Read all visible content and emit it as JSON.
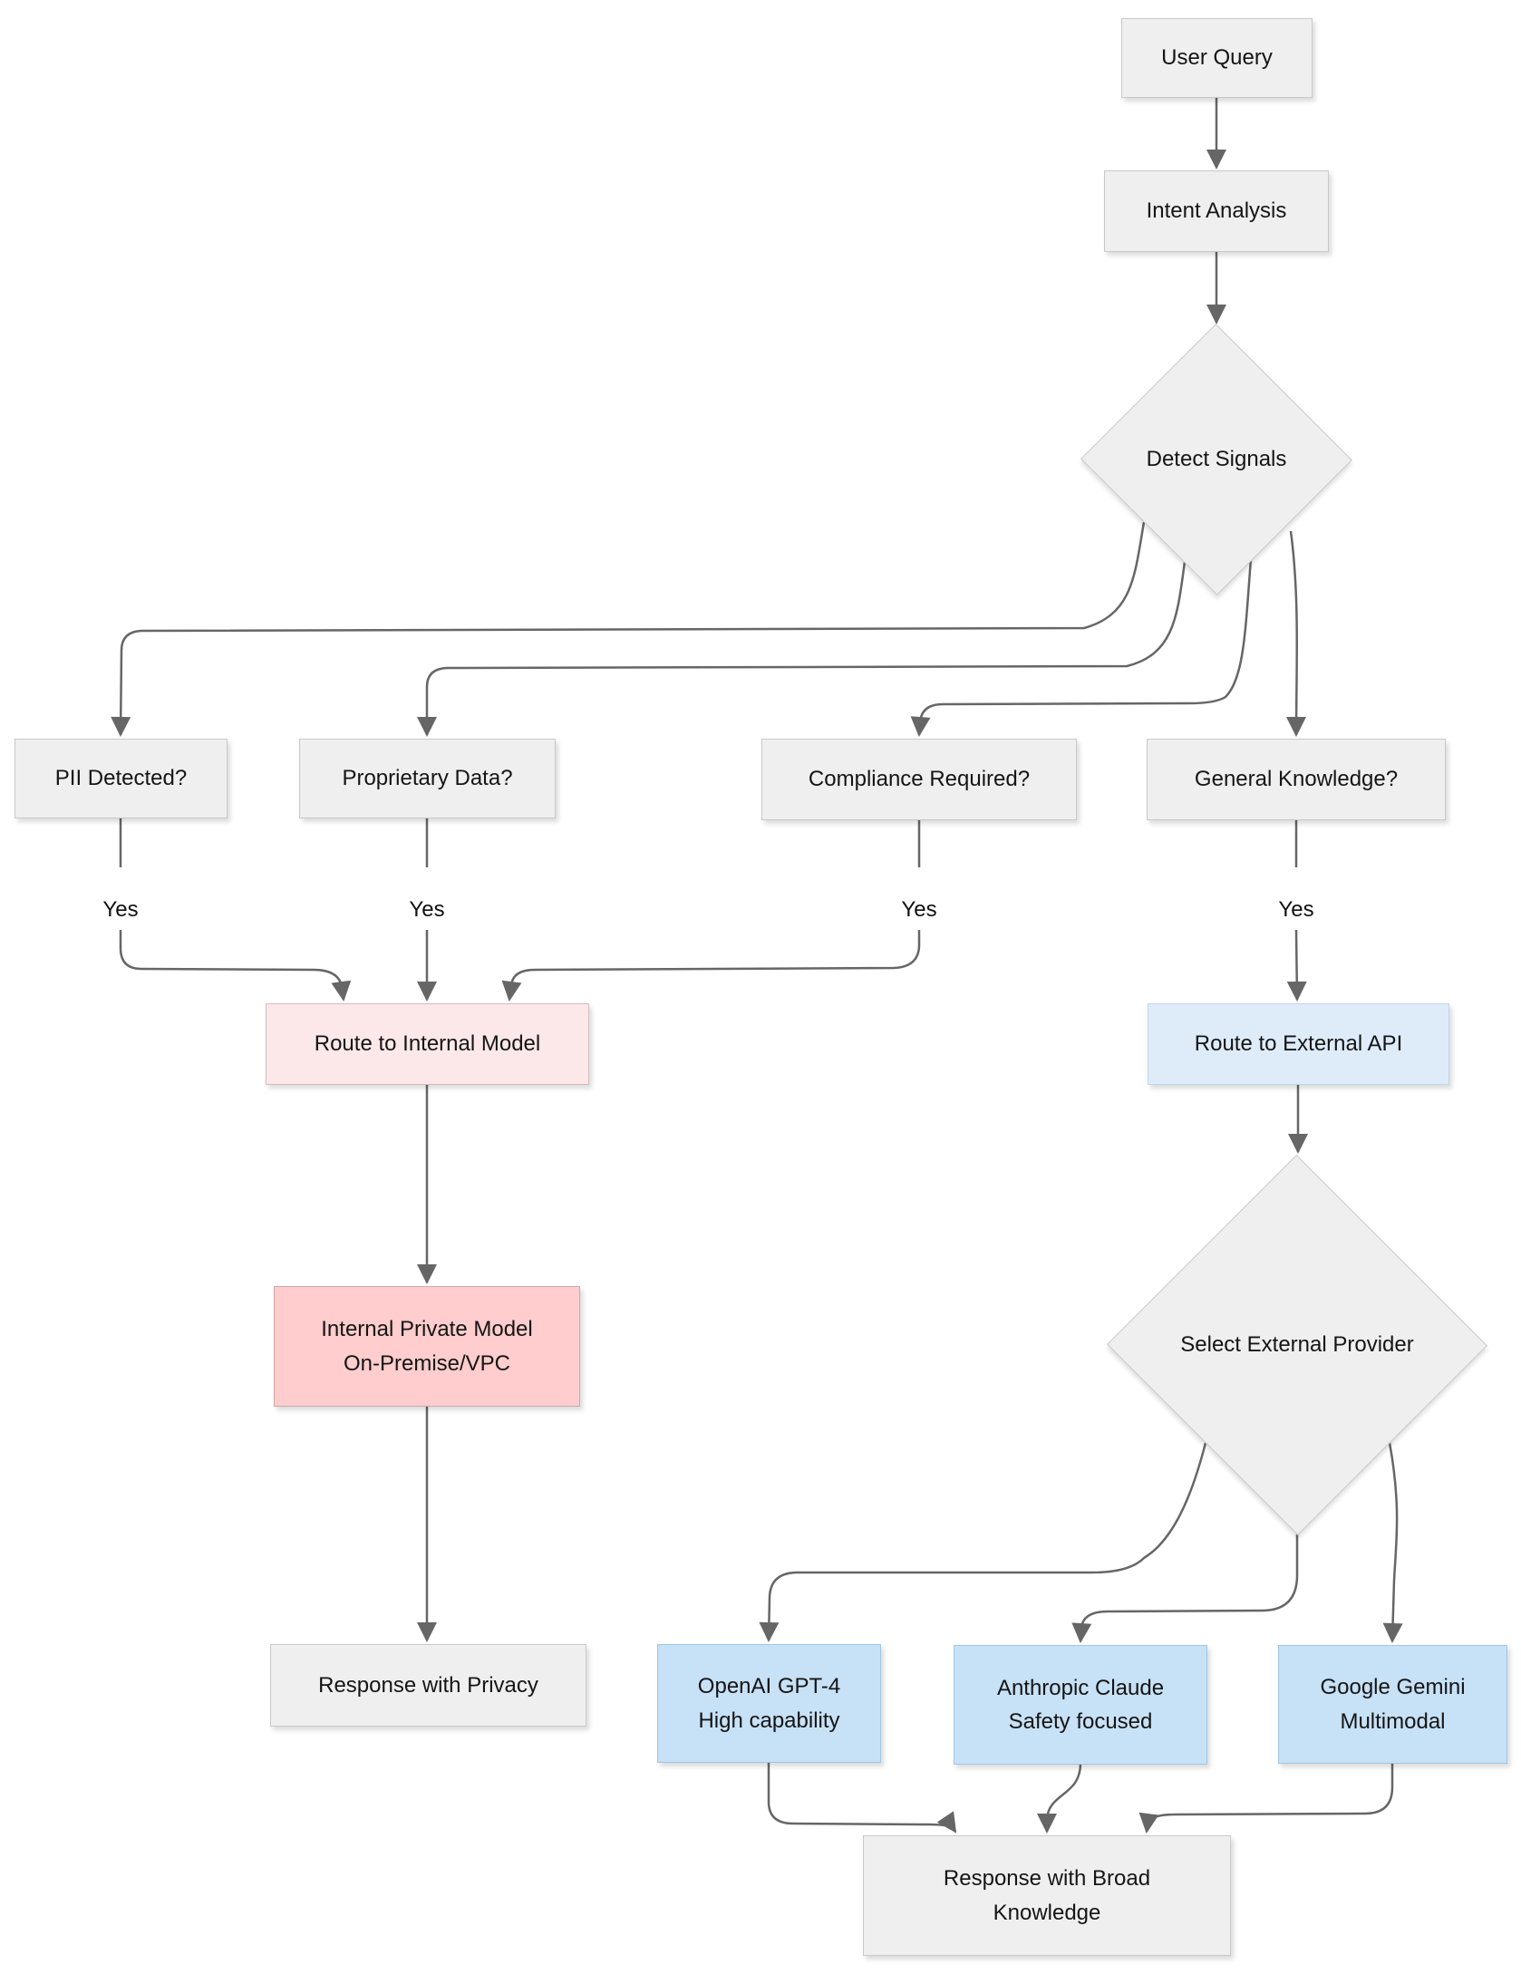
{
  "diagram": {
    "type": "flowchart",
    "direction": "top-bottom",
    "background": "#ffffff"
  },
  "colors": {
    "node_gray_fill": "#EFEFEF",
    "node_gray_border": "#C9C9C9",
    "route_internal_fill": "#FCE8E8",
    "internal_model_fill": "#FFCDCD",
    "route_external_fill": "#DEECFA",
    "provider_fill": "#C7E1F6",
    "edge_stroke": "#666666",
    "text": "#151515"
  },
  "nodes": {
    "user_query": {
      "label": "User Query",
      "shape": "rect",
      "color": "gray"
    },
    "intent_analysis": {
      "label": "Intent Analysis",
      "shape": "rect",
      "color": "gray"
    },
    "detect_signals": {
      "label": "Detect Signals",
      "shape": "diamond",
      "color": "gray"
    },
    "pii_detected": {
      "label": "PII Detected?",
      "shape": "rect",
      "color": "gray"
    },
    "proprietary_data": {
      "label": "Proprietary Data?",
      "shape": "rect",
      "color": "gray"
    },
    "compliance_required": {
      "label": "Compliance Required?",
      "shape": "rect",
      "color": "gray"
    },
    "general_knowledge": {
      "label": "General Knowledge?",
      "shape": "rect",
      "color": "gray"
    },
    "route_internal": {
      "label": "Route to Internal Model",
      "shape": "rect",
      "color": "pink-light"
    },
    "route_external": {
      "label": "Route to External API",
      "shape": "rect",
      "color": "blue-light"
    },
    "internal_model": {
      "label": "Internal Private Model\nOn-Premise/VPC",
      "shape": "rect",
      "color": "pink"
    },
    "select_provider": {
      "label": "Select External Provider",
      "shape": "diamond",
      "color": "gray"
    },
    "response_privacy": {
      "label": "Response with Privacy",
      "shape": "rect",
      "color": "gray"
    },
    "openai": {
      "label": "OpenAI GPT-4\nHigh capability",
      "shape": "rect",
      "color": "blue"
    },
    "anthropic": {
      "label": "Anthropic Claude\nSafety focused",
      "shape": "rect",
      "color": "blue"
    },
    "google": {
      "label": "Google Gemini\nMultimodal",
      "shape": "rect",
      "color": "blue"
    },
    "response_broad": {
      "label": "Response with Broad\nKnowledge",
      "shape": "rect",
      "color": "gray"
    }
  },
  "edges": [
    {
      "from": "user_query",
      "to": "intent_analysis",
      "label": ""
    },
    {
      "from": "intent_analysis",
      "to": "detect_signals",
      "label": ""
    },
    {
      "from": "detect_signals",
      "to": "pii_detected",
      "label": ""
    },
    {
      "from": "detect_signals",
      "to": "proprietary_data",
      "label": ""
    },
    {
      "from": "detect_signals",
      "to": "compliance_required",
      "label": ""
    },
    {
      "from": "detect_signals",
      "to": "general_knowledge",
      "label": ""
    },
    {
      "from": "pii_detected",
      "to": "route_internal",
      "label": "Yes"
    },
    {
      "from": "proprietary_data",
      "to": "route_internal",
      "label": "Yes"
    },
    {
      "from": "compliance_required",
      "to": "route_internal",
      "label": "Yes"
    },
    {
      "from": "general_knowledge",
      "to": "route_external",
      "label": "Yes"
    },
    {
      "from": "route_internal",
      "to": "internal_model",
      "label": ""
    },
    {
      "from": "route_external",
      "to": "select_provider",
      "label": ""
    },
    {
      "from": "internal_model",
      "to": "response_privacy",
      "label": ""
    },
    {
      "from": "select_provider",
      "to": "openai",
      "label": ""
    },
    {
      "from": "select_provider",
      "to": "anthropic",
      "label": ""
    },
    {
      "from": "select_provider",
      "to": "google",
      "label": ""
    },
    {
      "from": "openai",
      "to": "response_broad",
      "label": ""
    },
    {
      "from": "anthropic",
      "to": "response_broad",
      "label": ""
    },
    {
      "from": "google",
      "to": "response_broad",
      "label": ""
    }
  ]
}
